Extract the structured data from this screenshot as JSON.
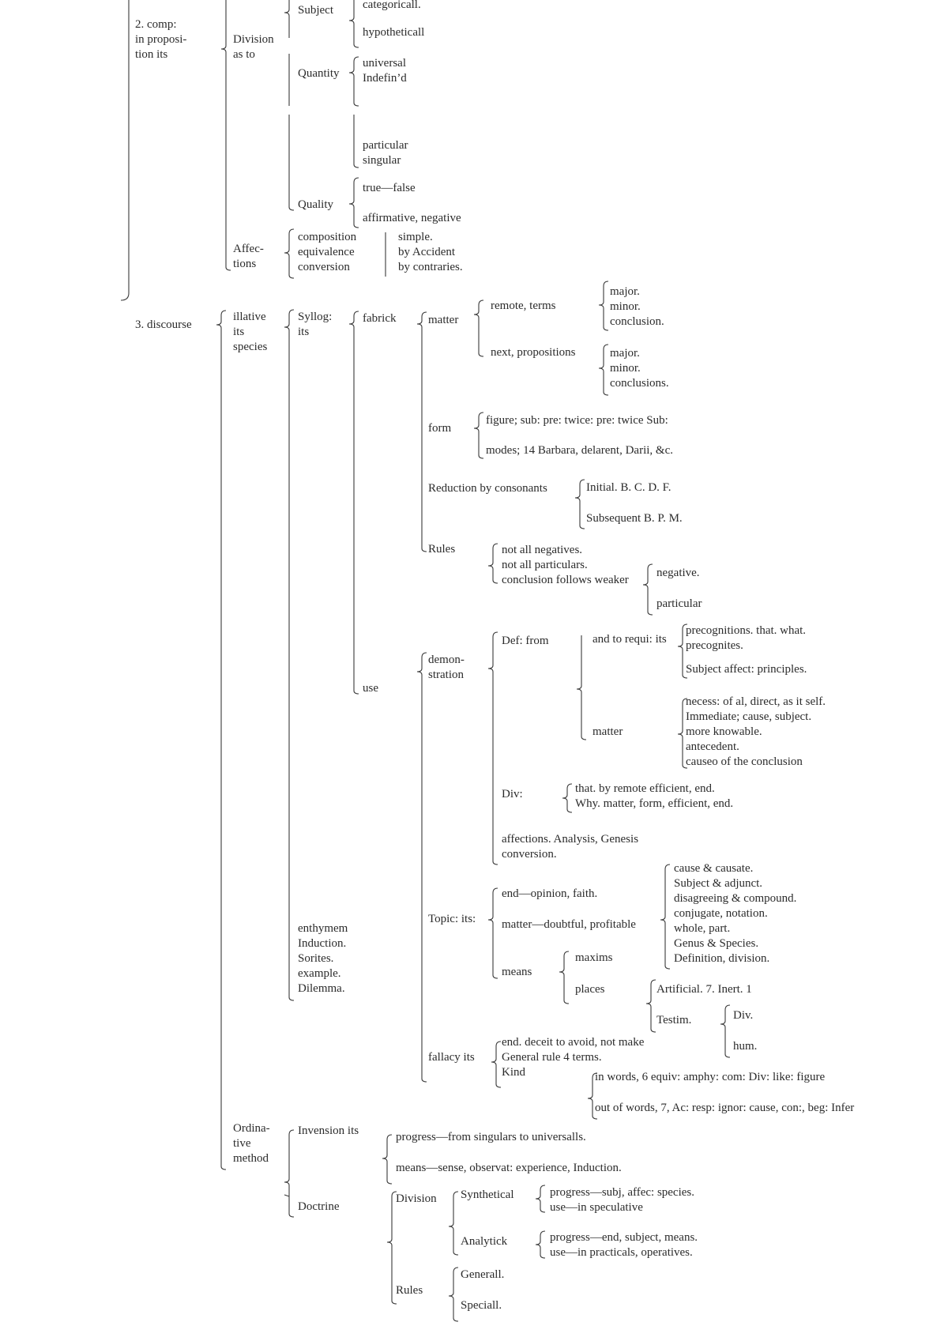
{
  "comp": {
    "label": "2. comp:\nin proposi-\ntion its",
    "division": "Division\nas to",
    "subject": "Subject",
    "categoricall": "categoricall.",
    "hypotheticall": "hypotheticall",
    "quantity": "Quantity",
    "universal": "universal\nIndefin’d",
    "particular": "particular\nsingular",
    "quality": "Quality",
    "true_false": "true—false",
    "affirmative": "affirmative, negative",
    "affections": "Affec-\ntions",
    "composition": "composition\nequivalence\nconversion",
    "simple": "simple.\nby Accident\nby contraries."
  },
  "discourse": {
    "label": "3. discourse",
    "illative": "illative\nits\nspecies",
    "syllog": "Syllog:\nits",
    "fabrick": "fabrick",
    "matter": "matter",
    "remote_terms": "remote, terms",
    "major1": "major.\nminor.\nconclusion.",
    "next_props": "next, propositions",
    "major2": "major.\nminor.\nconclusions.",
    "form": "form",
    "figure": "figure; sub: pre: twice: pre: twice Sub:",
    "modes": "modes; 14 Barbara, delarent, Darii, &c.",
    "reduction": "Reduction by consonants",
    "initial": "Initial. B. C. D. F.",
    "subsequent": "Subsequent B. P. M.",
    "rules": "Rules",
    "rules_list": "not all negatives.\nnot all particulars.\nconclusion follows weaker",
    "negative": "negative.",
    "particular": "particular",
    "use": "use",
    "demonstration": "demon-\nstration",
    "def_from": "Def: from",
    "and_to_requi": "and to requi: its",
    "precognitions": "precognitions. that. what.\nprecognites.",
    "subject_affect": "Subject affect: principles.",
    "matter2": "matter",
    "necess": "necess: of al, direct, as it self.\nImmediate; cause, subject.\nmore knowable.\nantecedent.\ncauseo of the conclusion",
    "div": "Div:",
    "div_list": "that. by remote efficient, end.\nWhy. matter, form, efficient, end.",
    "affections_analysis": "affections. Analysis, Genesis\nconversion.",
    "topic": "Topic: its:",
    "end_opinion": "end—opinion, faith.",
    "matter_doubtful": "matter—doubtful, profitable",
    "topic_list": "cause & causate.\nSubject & adjunct.\ndisagreeing & compound.\nconjugate, notation.\nwhole, part.\nGenus & Species.\nDefinition, division.",
    "means": "means",
    "maxims": "maxims",
    "places": "places",
    "artificial": "Artificial. 7. Inert. 1",
    "testim": "Testim.",
    "div2": "Div.",
    "hum": "hum.",
    "enthymem": "enthymem\nInduction.\nSorites.\nexample.\nDilemma.",
    "fallacy": "fallacy its",
    "fallacy_list": "end. deceit to avoid, not make\nGeneral rule 4 terms.\nKind",
    "in_words": "in words, 6 equiv: amphy: com: Div: like: figure",
    "out_words": "out of words, 7, Ac: resp: ignor: cause, con:, beg: Infer"
  },
  "method": {
    "ordinative": "Ordina-\ntive\nmethod",
    "invension": "Invension its",
    "progress": "progress—from singulars to universalls.",
    "means": "means—sense, observat: experience, Induction.",
    "doctrine": "Doctrine",
    "division": "Division",
    "synthetical": "Synthetical",
    "synth_list": "progress—subj, affec: species.\nuse—in speculative",
    "analytick": "Analytick",
    "anal_list": "progress—end, subject, means.\nuse—in practicals, operatives.",
    "rules": "Rules",
    "generall": "Generall.",
    "speciall": "Speciall."
  }
}
